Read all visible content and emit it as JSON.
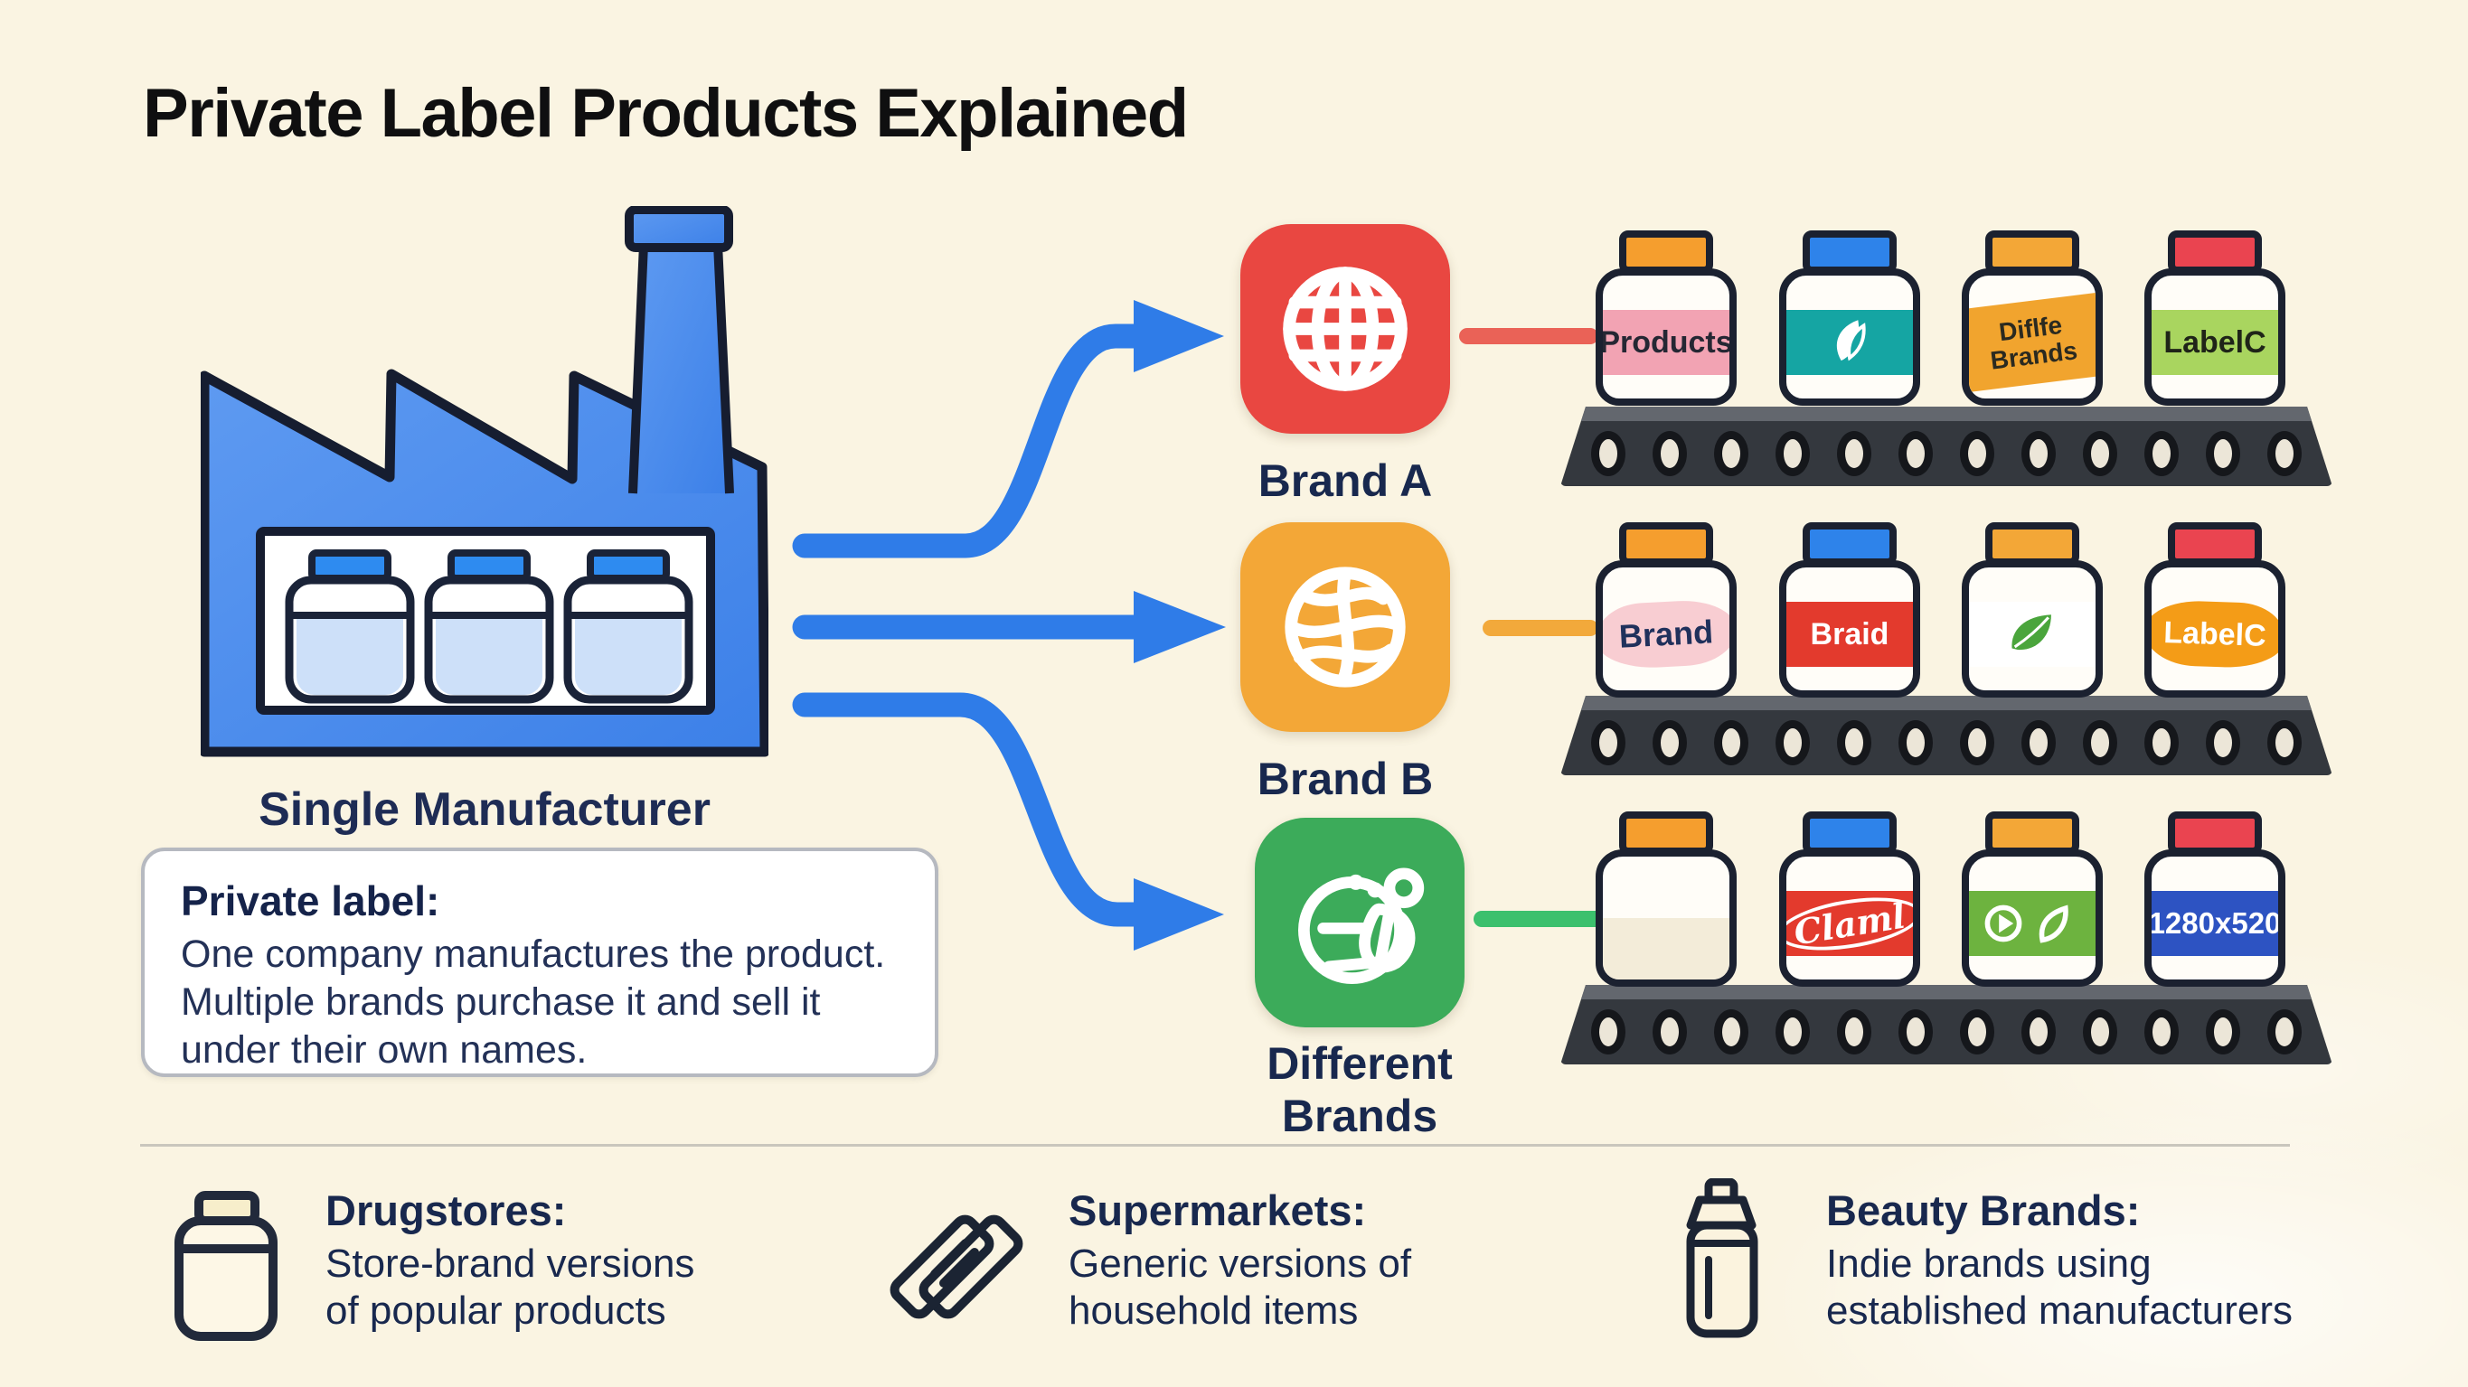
{
  "title": "Private Label Products Explained",
  "colors": {
    "background": "#faf4e2",
    "arrow_blue": "#2f7ce8",
    "factory_blue": "#4089ec",
    "navy_text": "#18284e",
    "shelf_dark": "#34383e"
  },
  "factory": {
    "label": "Single Manufacturer"
  },
  "info_box": {
    "heading": "Private label:",
    "line1": "One company manufactures the product.",
    "line2": "Multiple brands purchase it and sell it",
    "line3": "under their own names."
  },
  "brands": [
    {
      "label": "Brand A",
      "color": "#e94741",
      "connector": "#ea6257",
      "icon": "globe-grid-icon"
    },
    {
      "label": "Brand B",
      "color": "#f3a737",
      "connector": "#f2a93b",
      "icon": "globe-wireframe-icon"
    },
    {
      "label": "Different Brands",
      "color": "#3cab5a",
      "connector": "#3cc06d",
      "icon": "abstract-leaf-face-icon"
    }
  ],
  "shelves": [
    {
      "jars": [
        {
          "cap": "#f59e2e",
          "band_bg": "#f2a3b3",
          "band_fg": "#252733",
          "text": "Products"
        },
        {
          "cap": "#2e83ea",
          "band_bg": "#15a5a3",
          "band_fg": "#ffffff",
          "text": "",
          "glyph": "leaf-logo-icon"
        },
        {
          "cap": "#f3a737",
          "band_bg": "#f1a42e",
          "band_fg": "#2b2a20",
          "text": "Diflfe Brands"
        },
        {
          "cap": "#ea4450",
          "band_bg": "#a9d55f",
          "band_fg": "#1f2418",
          "text": "LabelC"
        }
      ]
    },
    {
      "jars": [
        {
          "cap": "#f59e2e",
          "band_bg": "#f8cdd2",
          "band_fg": "#20315c",
          "text": "Brand"
        },
        {
          "cap": "#2e83ea",
          "band_bg": "#e33a2d",
          "band_fg": "#ffffff",
          "text": "Braid"
        },
        {
          "cap": "#f3a737",
          "band_bg": "#ffffff",
          "band_fg": "#3f9c3a",
          "text": "",
          "glyph": "green-leaf-icon"
        },
        {
          "cap": "#ea4450",
          "band_bg": "#f49c17",
          "band_fg": "#ffffff",
          "text": "LabelC"
        }
      ]
    },
    {
      "jars": [
        {
          "cap": "#f59e2e",
          "band_bg": "",
          "band_fg": "",
          "text": ""
        },
        {
          "cap": "#2e83ea",
          "band_bg": "#e33a2d",
          "band_fg": "#ffffff",
          "text": "Claml"
        },
        {
          "cap": "#f3a737",
          "band_bg": "#6db33f",
          "band_fg": "#ffffff",
          "text": "",
          "glyph": "eco-recycle-leaf-icon"
        },
        {
          "cap": "#ea4450",
          "band_bg": "#2d53c2",
          "band_fg": "#ffffff",
          "text": "1280x520"
        }
      ]
    }
  ],
  "legend": [
    {
      "heading": "Drugstores:",
      "line1": "Store-brand versions",
      "line2": "of popular products",
      "icon": "jar-outline-icon"
    },
    {
      "heading": "Supermarkets:",
      "line1": "Generic versions of",
      "line2": "household items",
      "icon": "crossed-tags-icon"
    },
    {
      "heading": "Beauty Brands:",
      "line1": "Indie brands using",
      "line2": "established manufacturers",
      "icon": "bottle-outline-icon"
    }
  ]
}
